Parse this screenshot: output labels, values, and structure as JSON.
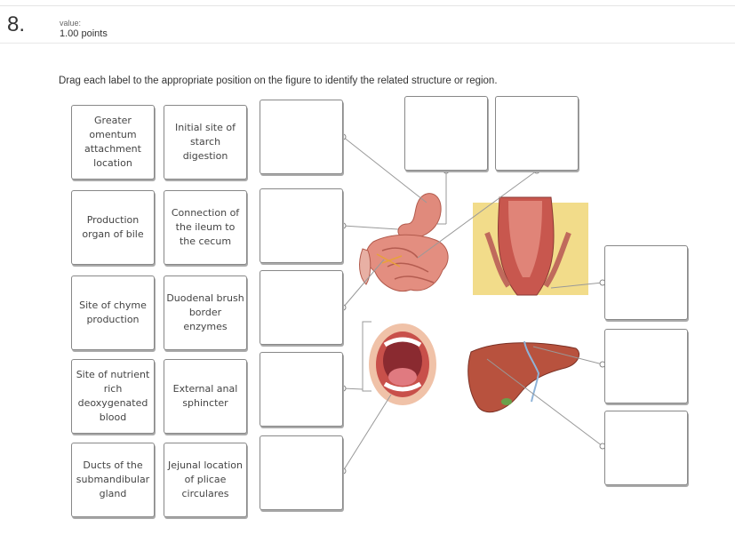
{
  "question": {
    "number": "8.",
    "value_label": "value:",
    "points": "1.00 points",
    "instructions": "Drag each label to the appropriate position on the figure to identify the related structure or region."
  },
  "labels": [
    "Greater omentum attachment location",
    "Initial site of starch digestion",
    "Production organ of bile",
    "Connection of the ileum to the cecum",
    "Site of chyme production",
    "Duodenal brush border enzymes",
    "Site of nutrient rich deoxygenated blood",
    "External anal sphincter",
    "Ducts of the submandibular gland",
    "Jejunal location of plicae circulares"
  ],
  "figure": {
    "images": [
      "stomach-intestine-icon",
      "anal-canal-icon",
      "mouth-icon",
      "liver-icon"
    ],
    "colors": {
      "tissue": "#e07a6a",
      "liver": "#b8523e",
      "fat": "#f2dc8a",
      "line": "#999999"
    }
  }
}
